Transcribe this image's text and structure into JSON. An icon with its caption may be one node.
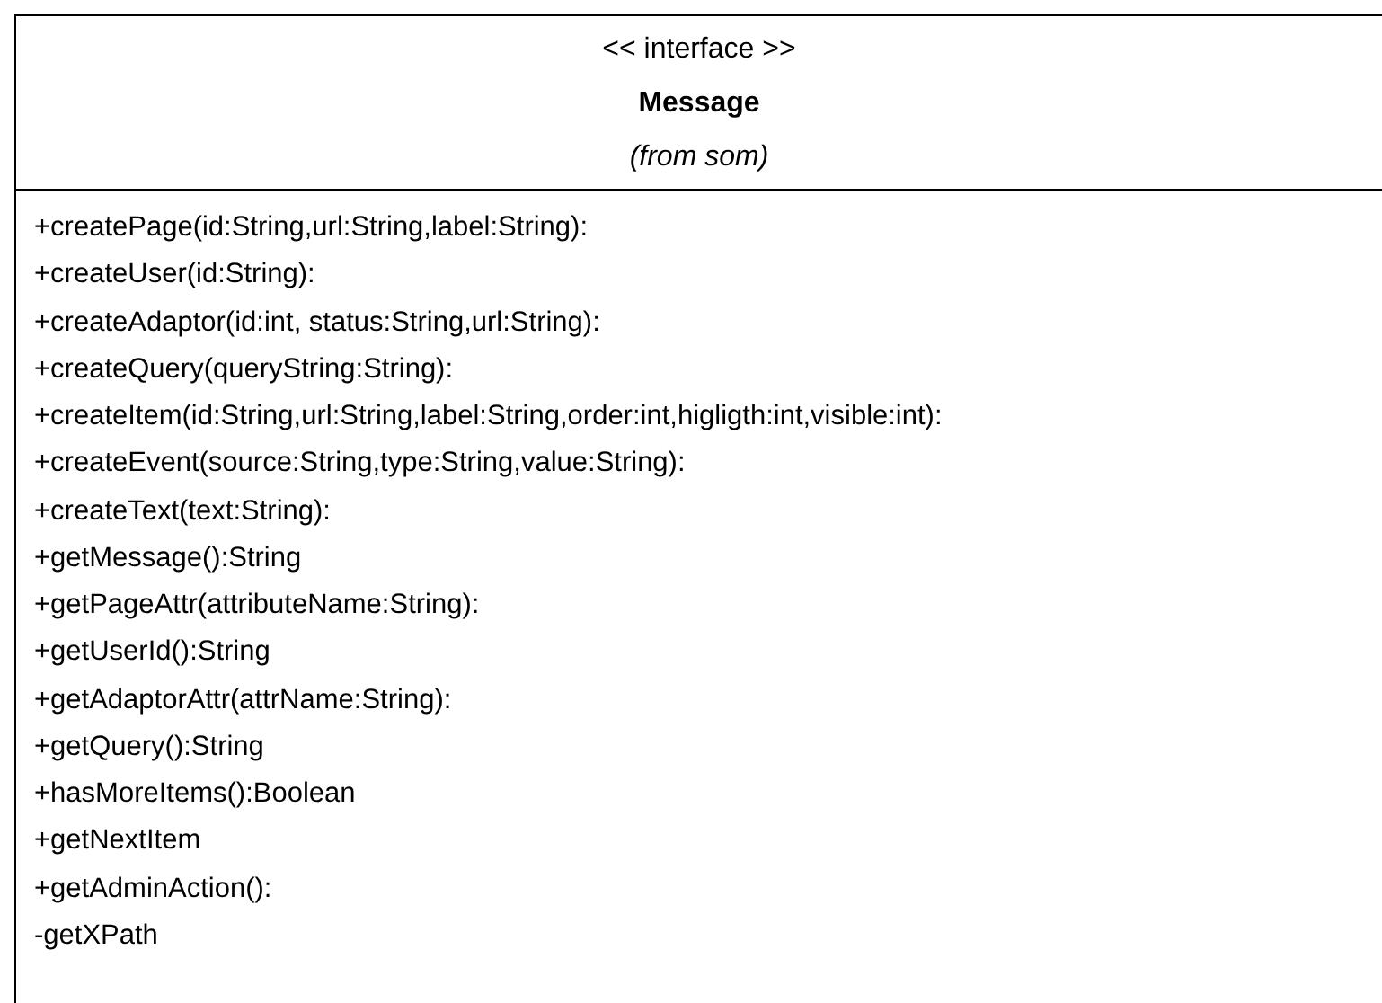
{
  "diagram": {
    "nodes": [
      {
        "text": [
          "<< interface >>",
          "Message",
          "(from som)",
          "+createPage(id:String,url:String,label:String):",
          "+createUser(id:String):",
          "+createAdaptor(id:int, status:String,url:String):",
          "+createQuery(queryString:String):",
          "+createItem(id:String,url:String,label:String,order:int,higligth:int,visible:int):",
          "+createEvent(source:String,type:String,value:String):",
          "+createText(text:String):",
          "+getMessage():String",
          "+getPageAttr(attributeName:String):",
          "+getUserId():String",
          "+getAdaptorAttr(attrName:String):",
          "+getQuery():String",
          "+hasMoreItems():Boolean",
          "+getNextItem",
          "+getAdminAction():",
          "-getXPath"
        ]
      }
    ]
  }
}
